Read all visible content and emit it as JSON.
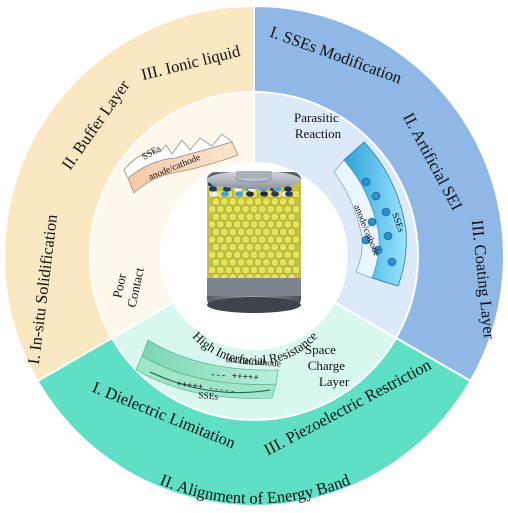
{
  "center": {
    "label": "High Interfacial Resistance"
  },
  "sectors": {
    "poor_contact": {
      "ring_label": "Poor Contact",
      "ring_label_lines": [
        "Poor",
        "Contact"
      ],
      "inset": {
        "top_layer": "SSEs",
        "bottom_layer": "anode/cathode"
      },
      "strategies": [
        "I. In-situ Solidification",
        "II. Buffer Layer",
        "III. Ionic liquid"
      ]
    },
    "parasitic_reaction": {
      "ring_label": "Parasitic Reaction",
      "ring_label_lines": [
        "Parasitic",
        "Reaction"
      ],
      "inset": {
        "top_layer": "SSEs",
        "bottom_layer": "anode/cathode"
      },
      "strategies": [
        "I. SSEs Modification",
        "II. Artificial SEI",
        "III. Coating Layer"
      ]
    },
    "space_charge_layer": {
      "ring_label": "Space Charge Layer",
      "ring_label_lines": [
        "Space",
        "Charge",
        "Layer"
      ],
      "inset": {
        "top_layer": "anode/cathode",
        "bottom_layer": "SSEs",
        "signs_top": "--- +++++",
        "signs_bottom": "+++++ -----"
      },
      "strategies": [
        "I. Dielectric Limitation",
        "III. Piezoelectric Restriction",
        "II. Alignment of Energy Band"
      ]
    }
  },
  "colors": {
    "poor_contact_outer": "#fbe7c2",
    "poor_contact_inner": "#fdf7ec",
    "parasitic_outer": "#8fb8e6",
    "parasitic_inner": "#dbe9f8",
    "space_charge_outer": "#5fe0c4",
    "space_charge_inner": "#d8f7ee"
  },
  "icons": {
    "battery": "battery-cell-icon"
  }
}
